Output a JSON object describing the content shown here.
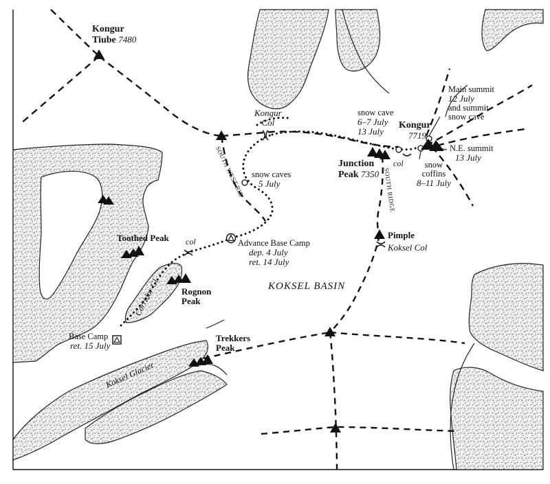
{
  "map": {
    "peaks": {
      "kongur_tiube": {
        "name_line1": "Kongur",
        "name_line2": "Tiube",
        "height": "7480"
      },
      "kongur": {
        "name": "Kongur",
        "height": "7719"
      },
      "junction_peak": {
        "name_line1": "Junction",
        "name_line2": "Peak",
        "height": "7350"
      },
      "toothed_peak": {
        "name": "Toothed Peak"
      },
      "rognon_peak": {
        "name_line1": "Rognon",
        "name_line2": "Peak"
      },
      "trekkers_peak": {
        "name_line1": "Trekkers",
        "name_line2": "Peak"
      },
      "pimple": {
        "name": "Pimple"
      }
    },
    "features": {
      "kongur_col": {
        "line1": "Kongur",
        "line2": "Col"
      },
      "koksel_col": "Koksel Col",
      "koksel_basin": "KOKSEL BASIN",
      "koksel_glacier": "Koksel Glacier",
      "corridor_gl": "Corridor Gl.",
      "south_west_rib": "SOUTH WEST RIB",
      "south_ridge": "SOUTH RIDGE",
      "col_west": "col",
      "col_east": "col"
    },
    "annotations": {
      "main_summit": {
        "line1": "Main summit",
        "line2": "12 July",
        "line3": "and summit",
        "line4": "snow cave"
      },
      "ne_summit": {
        "line1": "N.E. summit",
        "line2": "13 July"
      },
      "snow_cave": {
        "line1": "snow cave",
        "line2": "6–7 July",
        "line3": "13 July"
      },
      "snow_coffins": {
        "line1": "snow",
        "line2": "coffins",
        "line3": "8–11 July"
      },
      "snow_caves": {
        "line1": "snow caves",
        "line2": "5 July"
      },
      "advance_base_camp": {
        "line1": "Advance Base Camp",
        "line2": "dep. 4 July",
        "line3": "ret. 14 July"
      },
      "base_camp": {
        "line1": "Base Camp",
        "line2": "ret. 15 July"
      }
    }
  }
}
